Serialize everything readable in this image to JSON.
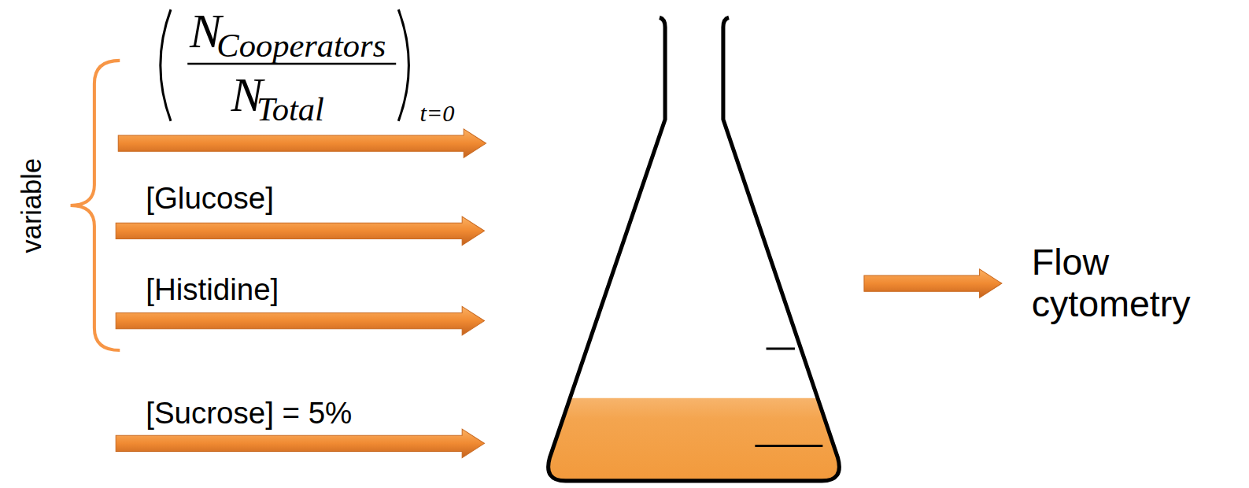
{
  "diagram": {
    "labels": [
      "N",
      "Cooperators",
      "N",
      "Total",
      "t=0",
      "[Glucose]",
      "variable",
      "[Histidine]",
      "[Sucrose] = 5%",
      "Flow cytometry"
    ]
  }
}
